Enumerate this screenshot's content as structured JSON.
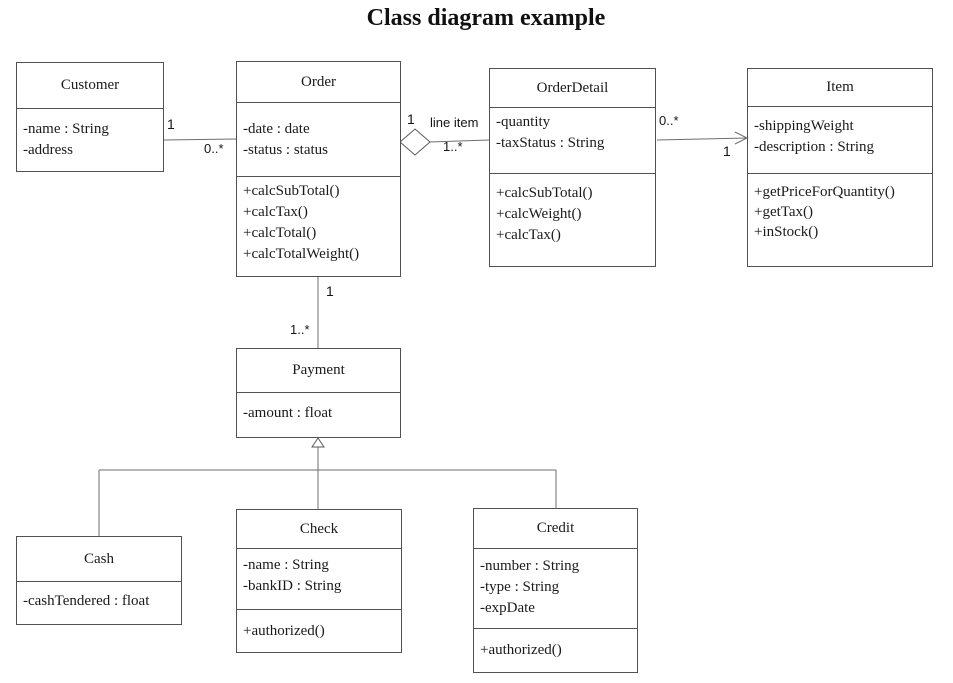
{
  "title": "Class diagram example",
  "colors": {
    "line": "#6e6e6e",
    "border": "#515151",
    "text": "#1a1a1a",
    "background": "#ffffff"
  },
  "classes": {
    "customer": {
      "name": "Customer",
      "attributes": [
        "-name : String",
        "-address"
      ],
      "methods": []
    },
    "order": {
      "name": "Order",
      "attributes": [
        "-date : date",
        "-status : status"
      ],
      "methods": [
        "+calcSubTotal()",
        "+calcTax()",
        "+calcTotal()",
        "+calcTotalWeight()"
      ]
    },
    "orderDetail": {
      "name": "OrderDetail",
      "attributes": [
        "-quantity",
        "-taxStatus : String"
      ],
      "methods": [
        "+calcSubTotal()",
        "+calcWeight()",
        "+calcTax()"
      ]
    },
    "item": {
      "name": "Item",
      "attributes": [
        "-shippingWeight",
        "-description : String"
      ],
      "methods": [
        "+getPriceForQuantity()",
        "+getTax()",
        "+inStock()"
      ]
    },
    "payment": {
      "name": "Payment",
      "attributes": [
        "-amount : float"
      ],
      "methods": []
    },
    "cash": {
      "name": "Cash",
      "attributes": [
        "-cashTendered : float"
      ],
      "methods": []
    },
    "check": {
      "name": "Check",
      "attributes": [
        "-name : String",
        "-bankID : String"
      ],
      "methods": [
        "+authorized()"
      ]
    },
    "credit": {
      "name": "Credit",
      "attributes": [
        "-number : String",
        "-type : String",
        "-expDate"
      ],
      "methods": [
        "+authorized()"
      ]
    }
  },
  "labels": {
    "customer_order_one": "1",
    "customer_order_many": "0..*",
    "order_aggregate_one": "1",
    "order_detail_role": "line item",
    "order_detail_many": "1..*",
    "detail_item_many": "0..*",
    "detail_item_one": "1",
    "order_payment_one": "1",
    "order_payment_many": "1..*"
  }
}
